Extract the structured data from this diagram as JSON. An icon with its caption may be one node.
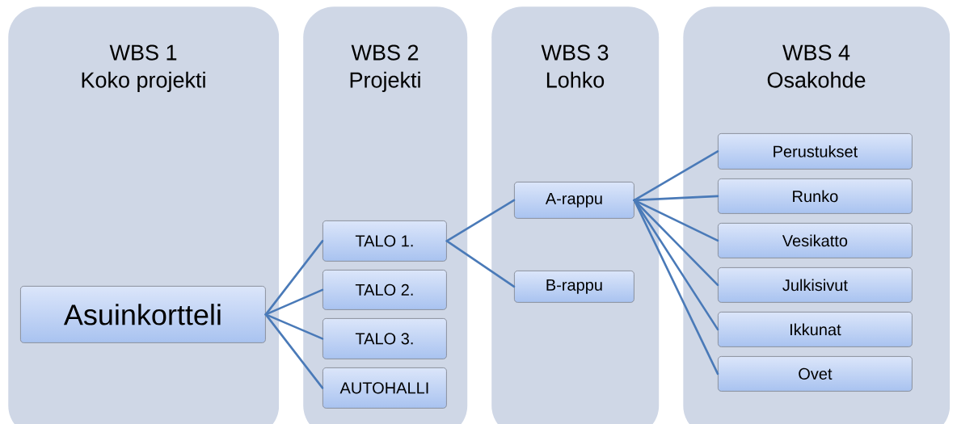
{
  "diagram": {
    "nodes": [
      {
        "text": [
          "WBS 1",
          "Koko projekti"
        ]
      },
      {
        "text": [
          "WBS 2",
          "Projekti"
        ]
      },
      {
        "text": [
          "WBS 3",
          "Lohko"
        ]
      },
      {
        "text": [
          "WBS 4",
          "Osakohde"
        ]
      },
      {
        "text": [
          "Asuinkortteli"
        ],
        "in": 0
      },
      {
        "text": [
          "TALO 1."
        ],
        "in": 1
      },
      {
        "text": [
          "TALO 2."
        ],
        "in": 1
      },
      {
        "text": [
          "TALO 3."
        ],
        "in": 1
      },
      {
        "text": [
          "AUTOHALLI"
        ],
        "in": 1
      },
      {
        "text": [
          "A-rappu"
        ],
        "in": 2
      },
      {
        "text": [
          "B-rappu"
        ],
        "in": 2
      },
      {
        "text": [
          "Perustukset"
        ],
        "in": 3
      },
      {
        "text": [
          "Runko"
        ],
        "in": 3
      },
      {
        "text": [
          "Vesikatto"
        ],
        "in": 3
      },
      {
        "text": [
          "Julkisivut"
        ],
        "in": 3
      },
      {
        "text": [
          "Ikkunat"
        ],
        "in": 3
      },
      {
        "text": [
          "Ovet"
        ],
        "in": 3
      }
    ],
    "edges": [
      {
        "from": 4,
        "to": 5,
        "arrow": "none"
      },
      {
        "from": 4,
        "to": 6,
        "arrow": "none"
      },
      {
        "from": 4,
        "to": 7,
        "arrow": "none"
      },
      {
        "from": 4,
        "to": 8,
        "arrow": "none"
      },
      {
        "from": 5,
        "to": 9,
        "arrow": "none"
      },
      {
        "from": 5,
        "to": 10,
        "arrow": "none"
      },
      {
        "from": 9,
        "to": 11,
        "arrow": "none"
      },
      {
        "from": 9,
        "to": 12,
        "arrow": "none"
      },
      {
        "from": 9,
        "to": 13,
        "arrow": "none"
      },
      {
        "from": 9,
        "to": 14,
        "arrow": "none"
      },
      {
        "from": 9,
        "to": 15,
        "arrow": "none"
      },
      {
        "from": 9,
        "to": 16,
        "arrow": "none"
      }
    ]
  }
}
